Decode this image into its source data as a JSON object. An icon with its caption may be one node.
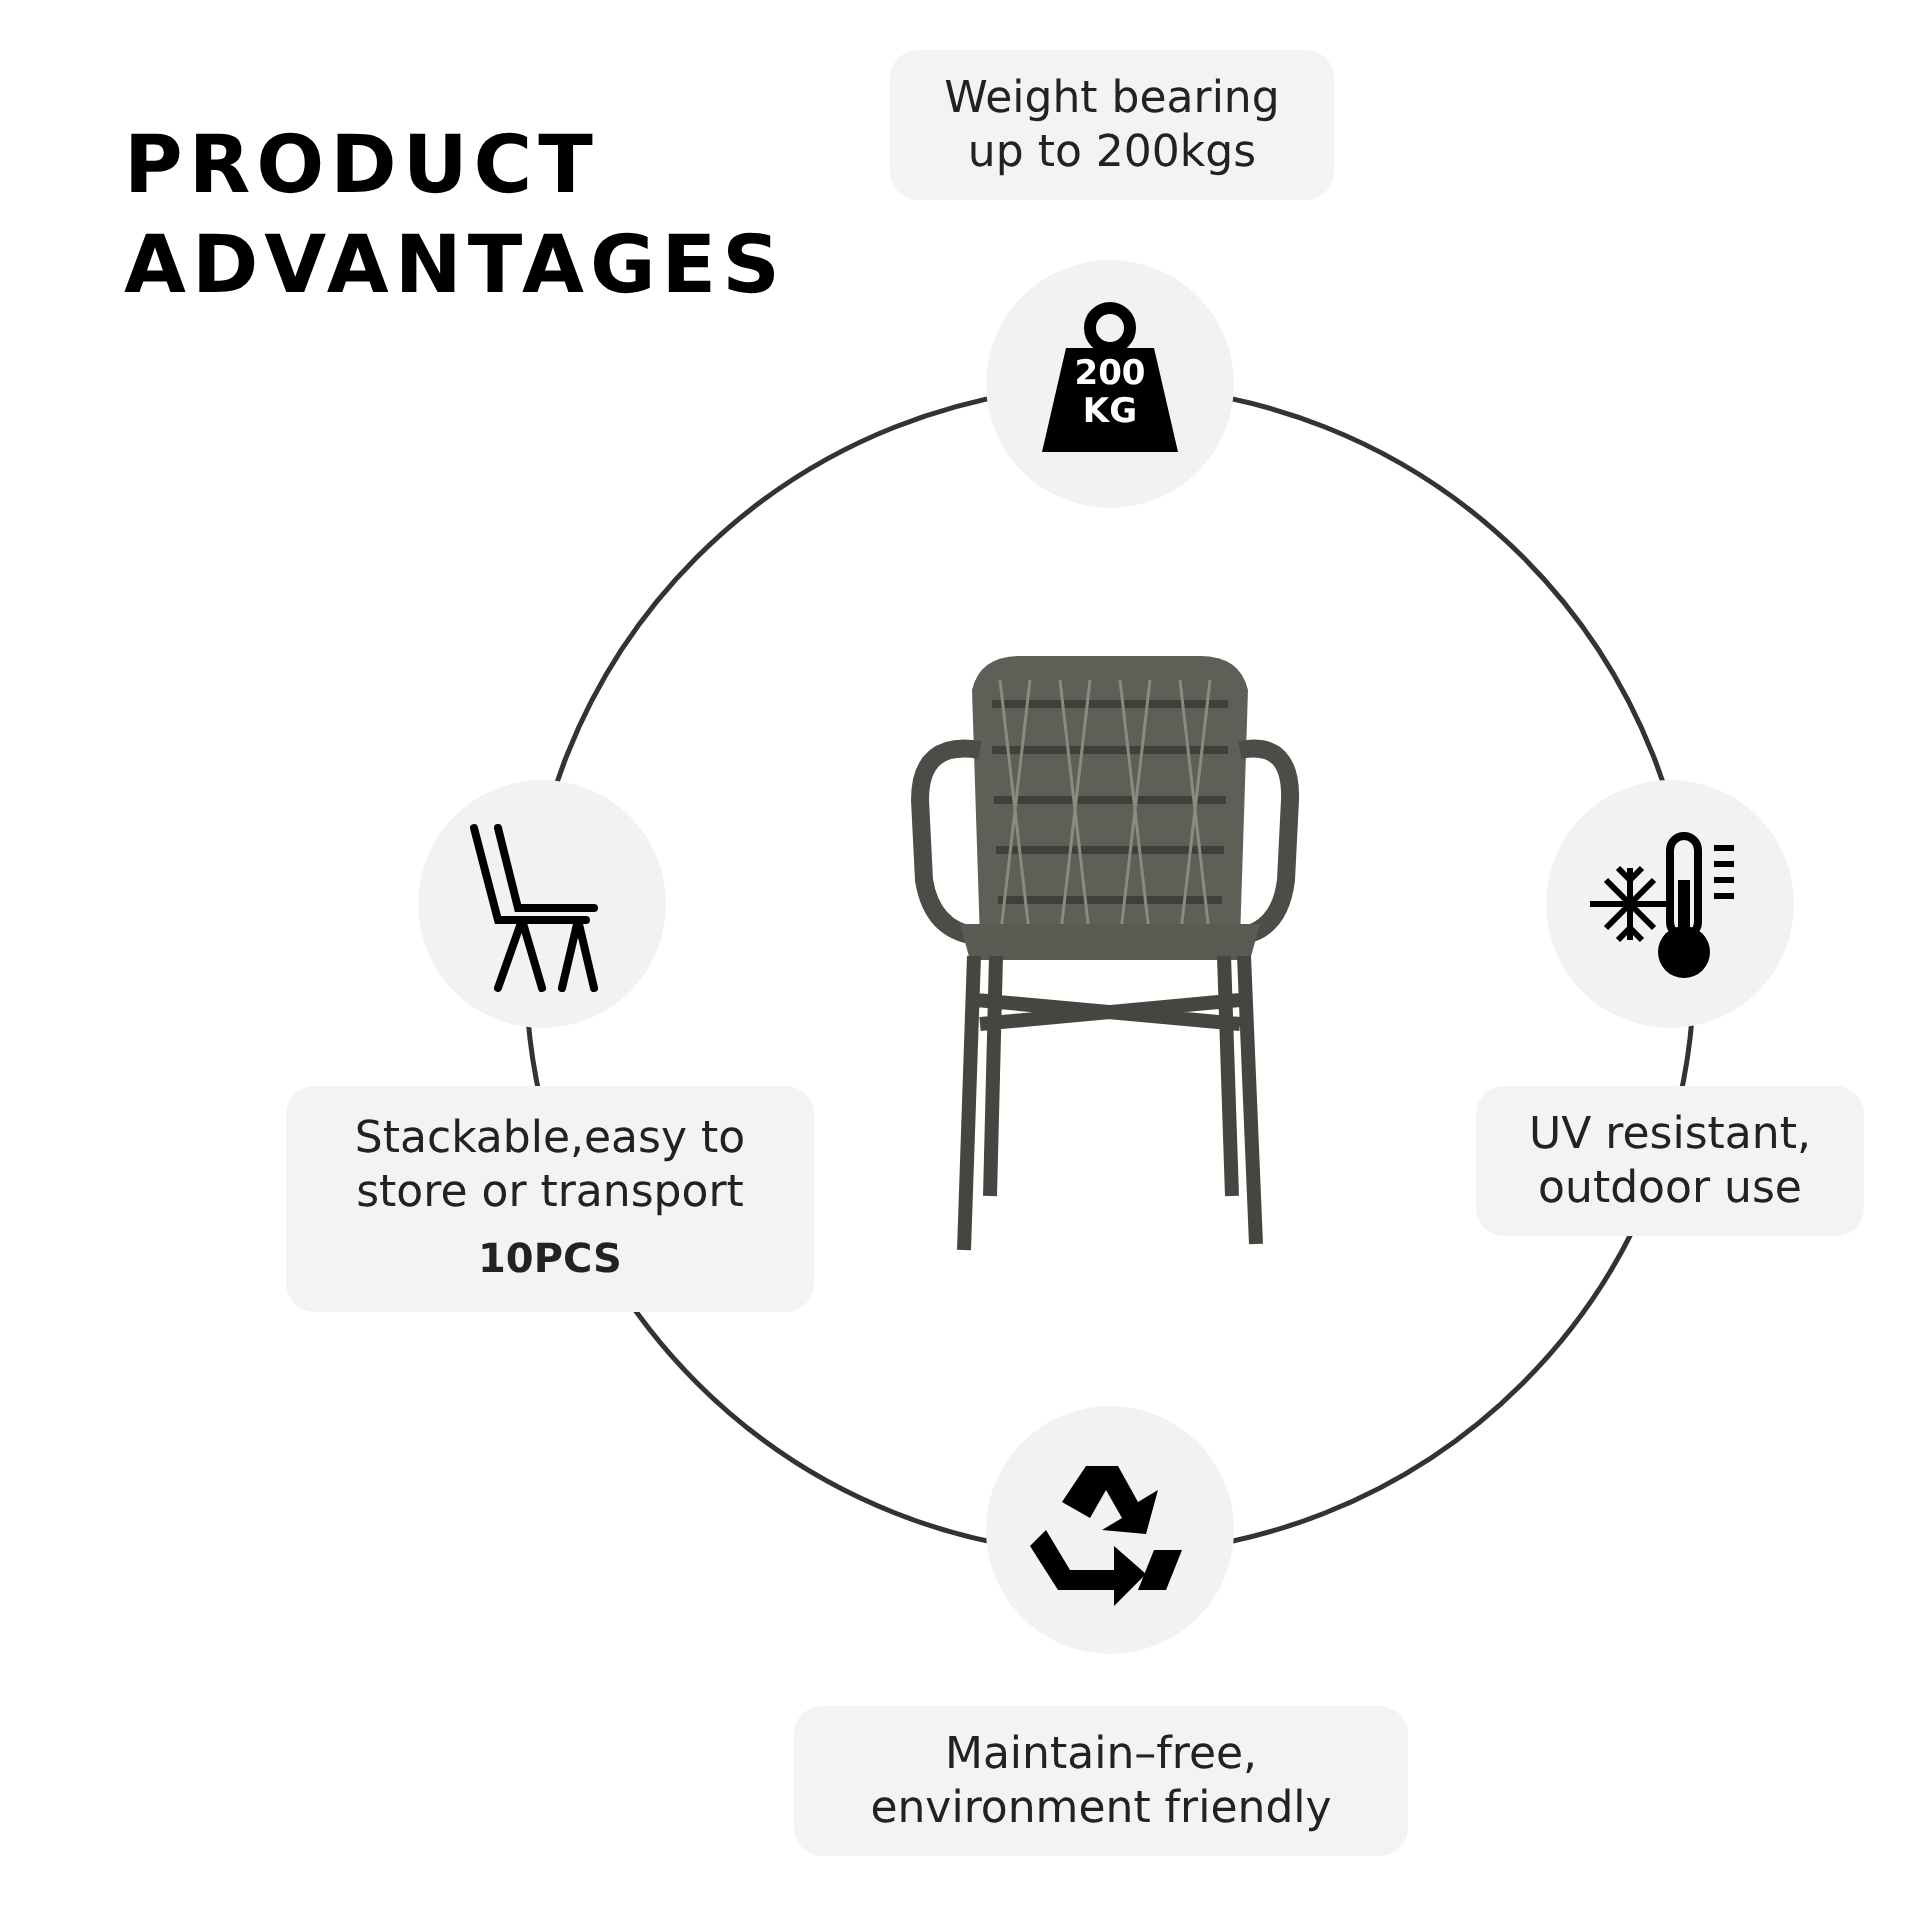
{
  "diagram": {
    "title": "PRODUCT ADVANTAGES",
    "nodes": [
      {
        "text": [
          "Weight bearing up to 200kgs"
        ]
      },
      {
        "text": [
          "200 KG"
        ]
      },
      {
        "text": [],
        "shape": "circle"
      },
      {
        "text": [],
        "shape": "circle"
      },
      {
        "text": [
          "Stackable,easy to store or transport",
          "10PCS"
        ]
      },
      {
        "text": [
          "UV resistant, outdoor use"
        ]
      },
      {
        "text": [],
        "shape": "circle"
      },
      {
        "text": [
          "Maintain–free, environment friendly"
        ]
      }
    ]
  }
}
